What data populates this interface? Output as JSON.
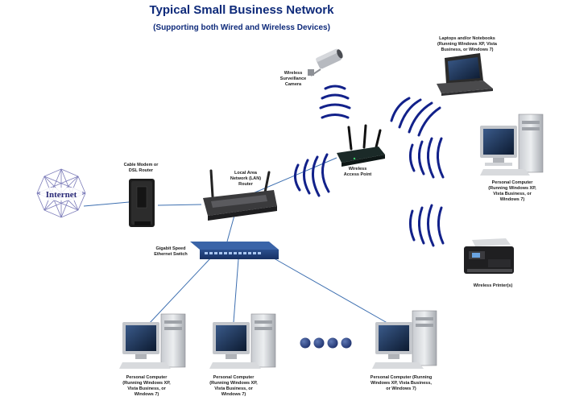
{
  "title": "Typical Small Business Network",
  "subtitle": "(Supporting both Wired and Wireless Devices)",
  "nodes": {
    "internet": {
      "label": "Internet"
    },
    "cable_modem": {
      "label_line1": "Cable Modem or",
      "label_line2": "DSL Router"
    },
    "lan_router": {
      "label_line1": "Local Area",
      "label_line2": "Network (LAN)",
      "label_line3": "Router"
    },
    "ethernet_switch": {
      "label_line1": "Gigabit Speed",
      "label_line2": "Ethernet Switch"
    },
    "access_point": {
      "label_line1": "Wireless",
      "label_line2": "Access Point"
    },
    "camera": {
      "label_line1": "Wireless",
      "label_line2": "Surveillance",
      "label_line3": "Camera"
    },
    "laptop": {
      "label_line1": "Laptops and/or Notebooks",
      "label_line2": "(Running Windows XP, Vista",
      "label_line3": "Business, or Windows 7)"
    },
    "pc_wireless": {
      "label_line1": "Personal Computer",
      "label_line2": "(Running Windows XP,",
      "label_line3": "Vista Business, or",
      "label_line4": "Windows 7)"
    },
    "printer": {
      "label": "Wireless Printer(s)"
    },
    "pc1": {
      "label_line1": "Personal Computer",
      "label_line2": "(Running Windows XP,",
      "label_line3": "Vista Business, or",
      "label_line4": "Windows 7)"
    },
    "pc2": {
      "label_line1": "Personal Computer",
      "label_line2": "(Running Windows XP,",
      "label_line3": "Vista Business, or",
      "label_line4": "Windows 7)"
    },
    "pc3": {
      "label_line1": "Personal Computer (Running",
      "label_line2": "Windows XP, Vista Business,",
      "label_line3": "or Windows 7)"
    }
  },
  "colors": {
    "title": "#0e2a7a",
    "wave": "#12218a",
    "link": "#3d6fb0",
    "internet_mesh": "#7a7ab8"
  }
}
